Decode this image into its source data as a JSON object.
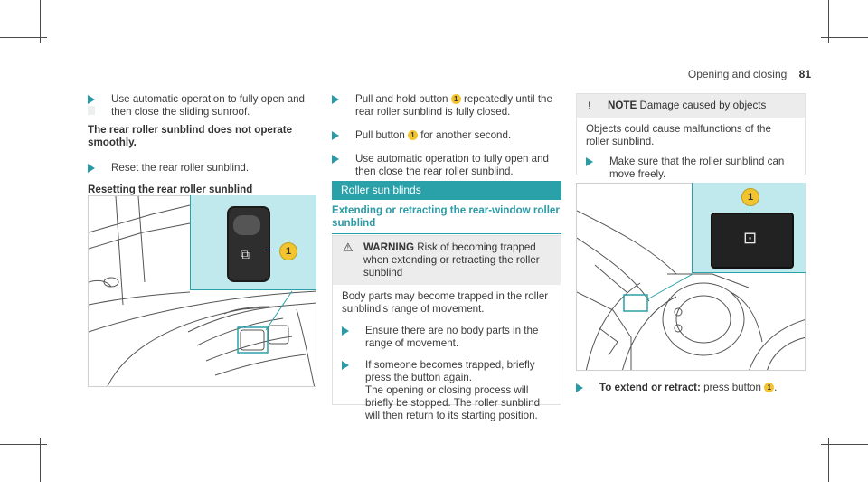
{
  "header": {
    "title": "Opening and closing",
    "page": "81"
  },
  "col1": {
    "step1": "Use automatic operation to fully open and then close the sliding sunroof.",
    "heading1": "The rear roller sunblind does not operate smoothly.",
    "step2": "Reset the rear roller sunblind.",
    "heading2": "Resetting the rear roller sunblind"
  },
  "col2": {
    "step1_a": "Pull and hold button",
    "step1_b": "repeatedly until the rear roller sunblind is fully closed.",
    "step2_a": "Pull button",
    "step2_b": "for another second.",
    "step3": "Use automatic operation to fully open and then close the rear roller sunblind.",
    "section_title": "Roller sun blinds",
    "subheading": "Extending or retracting the rear-window roller sunblind",
    "warning": {
      "label": "WARNING",
      "head_text": "Risk of becoming trapped when extending or retracting the roller sunblind",
      "body": "Body parts may become trapped in the roller sunblind's range of movement.",
      "item1": "Ensure there are no body parts in the range of movement.",
      "item2_l1": "If someone becomes trapped, briefly press the button again.",
      "item2_l2": "The opening or closing process will briefly be stopped. The roller sunblind will then return to its starting position."
    }
  },
  "col3": {
    "note": {
      "label": "NOTE",
      "head_text": "Damage caused by objects",
      "body": "Objects could cause malfunctions of the roller sunblind.",
      "item": "Make sure that the roller sunblind can move freely."
    },
    "instr_label": "To extend or retract:",
    "instr_text": "press button"
  },
  "badge_number": "1",
  "colors": {
    "accent": "#2aa1a9",
    "callout": "#bfe9ec",
    "badge": "#f2c430"
  }
}
